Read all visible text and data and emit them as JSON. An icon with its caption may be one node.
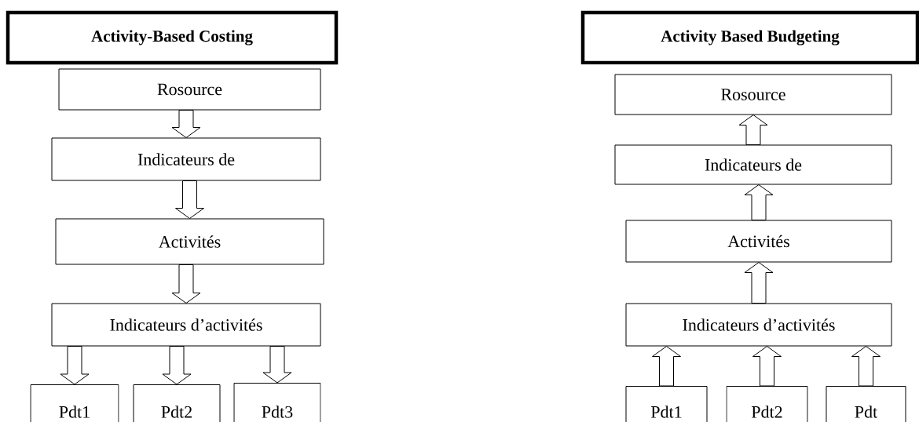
{
  "diagram": {
    "nodes": [
      {
        "text": [
          "Activity-Based Costing"
        ]
      },
      {
        "text": [
          "Rosource"
        ]
      },
      {
        "text": [
          "Indicateurs de"
        ]
      },
      {
        "text": [
          "Activités"
        ]
      },
      {
        "text": [
          "Indicateurs d’activités"
        ]
      },
      {
        "text": [
          "Pdt1"
        ]
      },
      {
        "text": [
          "Pdt2"
        ]
      },
      {
        "text": [
          "Pdt3"
        ]
      },
      {
        "text": [
          "Activity Based Budgeting"
        ]
      },
      {
        "text": [
          "Rosource"
        ]
      },
      {
        "text": [
          "Indicateurs de"
        ]
      },
      {
        "text": [
          "Activités"
        ]
      },
      {
        "text": [
          "Indicateurs d’activités"
        ]
      },
      {
        "text": [
          "Pdt1"
        ]
      },
      {
        "text": [
          "Pdt2"
        ]
      },
      {
        "text": [
          "Pdt"
        ]
      }
    ],
    "edges": [
      {
        "from": 1,
        "to": 2,
        "arrow": "to"
      },
      {
        "from": 2,
        "to": 3,
        "arrow": "to"
      },
      {
        "from": 3,
        "to": 4,
        "arrow": "to"
      },
      {
        "from": 4,
        "to": 5,
        "arrow": "to"
      },
      {
        "from": 4,
        "to": 6,
        "arrow": "to"
      },
      {
        "from": 4,
        "to": 7,
        "arrow": "to"
      },
      {
        "from": 10,
        "to": 9,
        "arrow": "to"
      },
      {
        "from": 11,
        "to": 10,
        "arrow": "to"
      },
      {
        "from": 12,
        "to": 11,
        "arrow": "to"
      },
      {
        "from": 13,
        "to": 12,
        "arrow": "to"
      },
      {
        "from": 14,
        "to": 12,
        "arrow": "to"
      },
      {
        "from": 15,
        "to": 12,
        "arrow": "to"
      }
    ]
  }
}
